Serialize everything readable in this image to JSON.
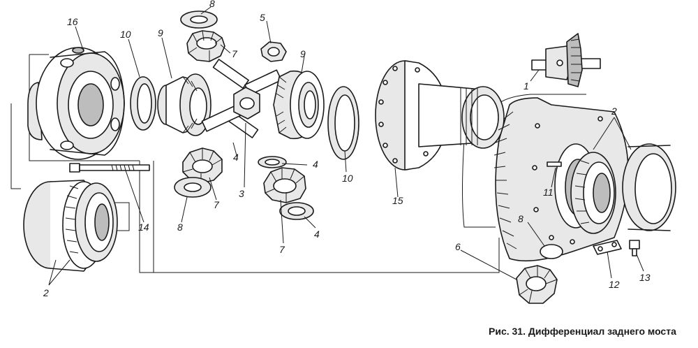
{
  "caption": "Рис. 31. Дифференциал заднего моста",
  "callouts": {
    "c16": "16",
    "c10a": "10",
    "c9a": "9",
    "c8a": "8",
    "c7a": "7",
    "c5": "5",
    "c9b": "9",
    "c1": "1",
    "c2a": "2",
    "c10b": "10",
    "c4a": "4",
    "c4b": "4",
    "c4c": "4",
    "c3": "3",
    "c7b": "7",
    "c7c": "7",
    "c8b": "8",
    "c14": "14",
    "c15": "15",
    "c11": "11",
    "c8c": "8",
    "c6": "6",
    "c12": "12",
    "c13": "13",
    "c2b": "2"
  },
  "icons": {
    "case-half": "differential-case-half-icon",
    "bearing": "tapered-roller-bearing-icon",
    "gear": "bevel-gear-icon",
    "cross": "spider-cross-icon",
    "bolt": "bolt-icon"
  }
}
